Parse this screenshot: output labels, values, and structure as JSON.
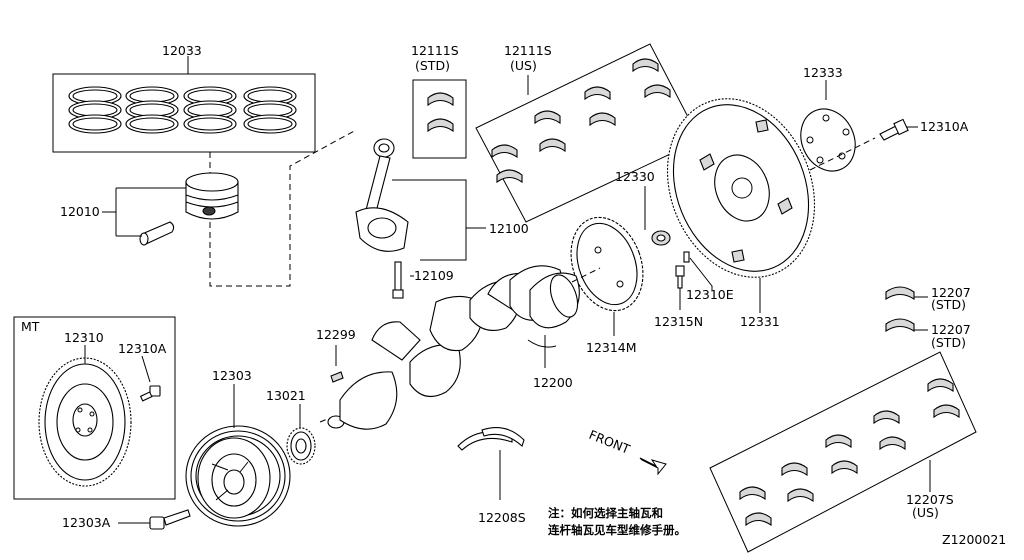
{
  "diagram": {
    "mt_label": "MT",
    "labels": {
      "p12033": "12033",
      "p12010": "12010",
      "p12111s_std": "12111S",
      "p12111s_std_sub": "(STD)",
      "p12111s_us": "12111S",
      "p12111s_us_sub": "(US)",
      "p12100": "12100",
      "p12109": "12109",
      "p12333": "12333",
      "p12310a_top": "12310A",
      "p12330": "12330",
      "p12310e": "12310E",
      "p12315n": "12315N",
      "p12331": "12331",
      "p12314m": "12314M",
      "p12207_std1": "12207",
      "p12207_std1_sub": "(STD)",
      "p12207_std2": "12207",
      "p12207_std2_sub": "(STD)",
      "p12310": "12310",
      "p12310a_mt": "12310A",
      "p12299": "12299",
      "p12303": "12303",
      "p13021": "13021",
      "p12200": "12200",
      "p12303a": "12303A",
      "p12208s": "12208S",
      "p12207s": "12207S",
      "p12207s_sub": "(US)",
      "front": "FRONT",
      "note_line1": "注：如何选择主轴瓦和",
      "note_line2": "连杆轴瓦见车型维修手册。",
      "diagram_id": "Z1200021"
    }
  }
}
